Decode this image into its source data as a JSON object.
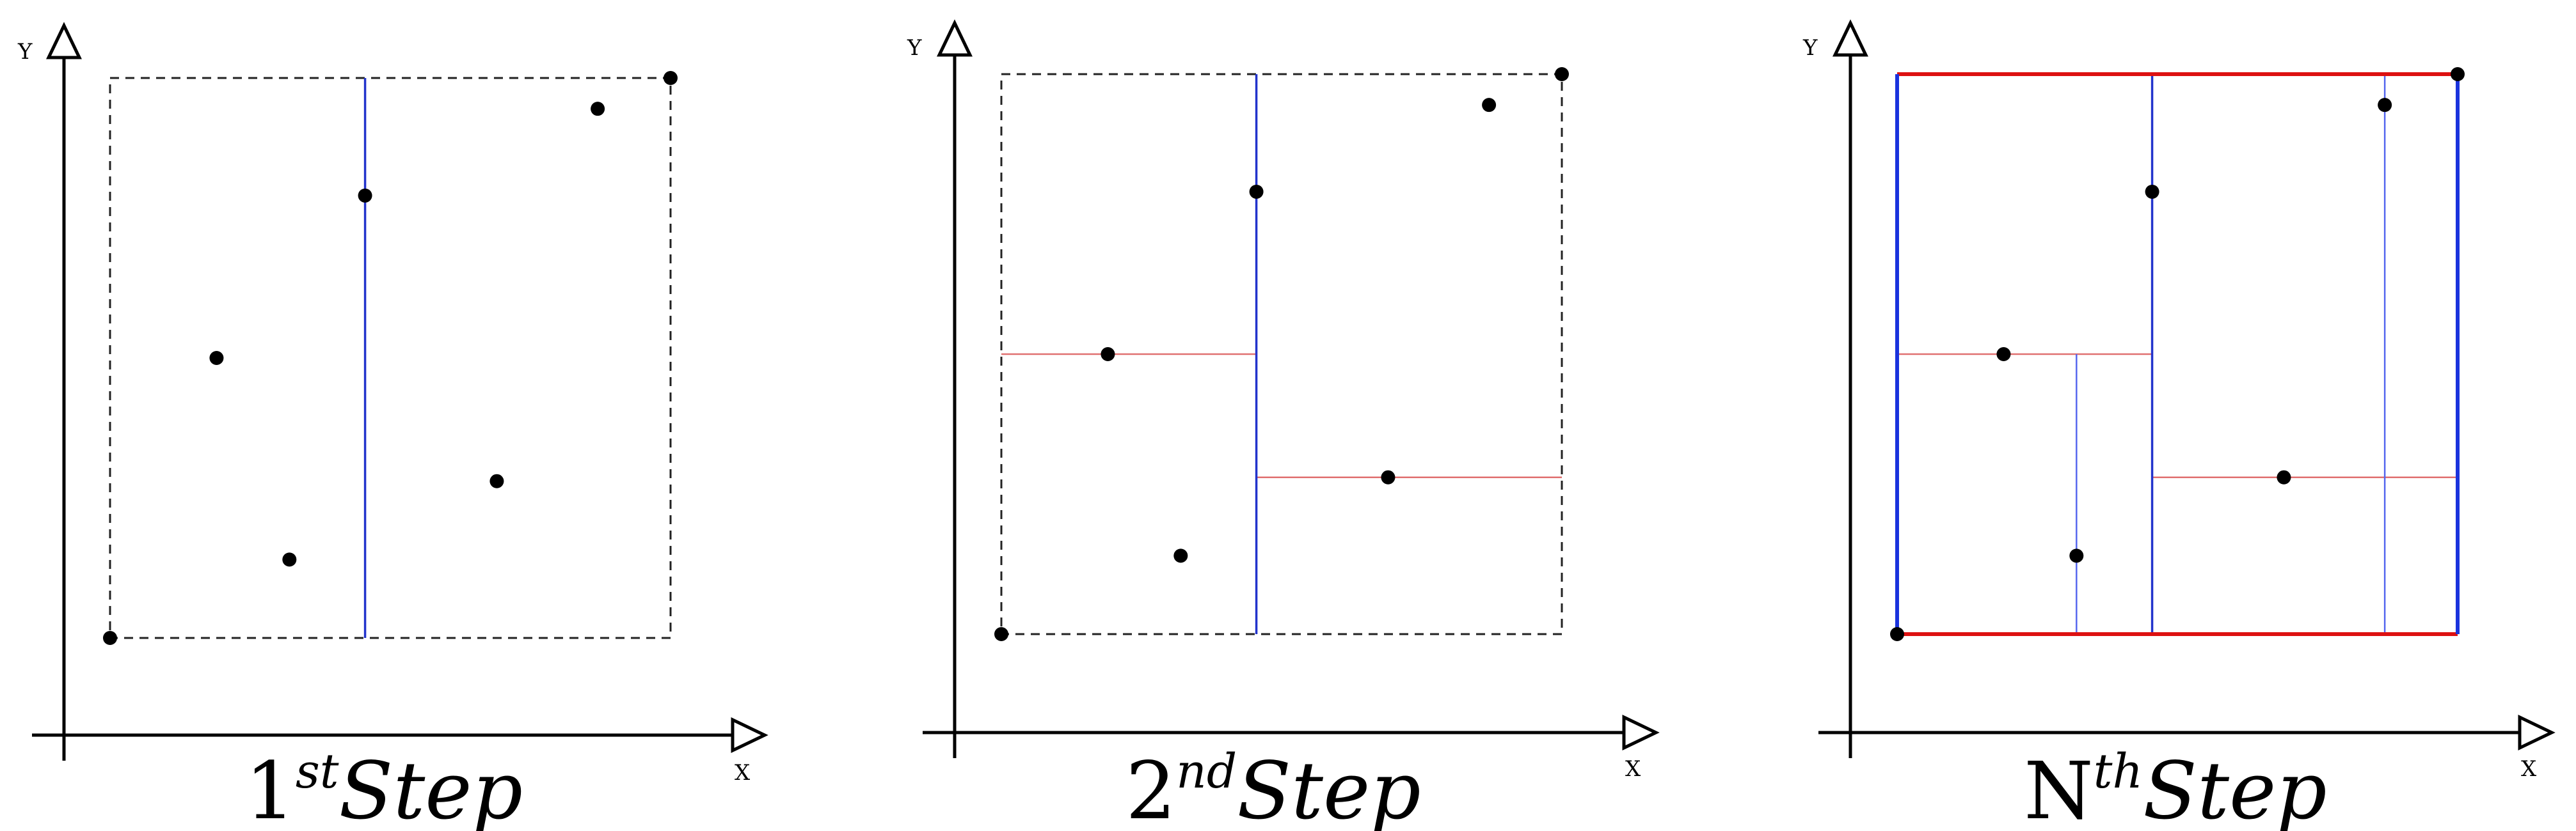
{
  "panels": [
    {
      "id": "step1",
      "caption": {
        "prefix": "1",
        "sup": "st",
        "main": "Step"
      },
      "axis_labels": {
        "x": "X",
        "y": "Y"
      },
      "points": [
        {
          "x": 0.0,
          "y": 0.0
        },
        {
          "x": 0.19,
          "y": 0.5
        },
        {
          "x": 0.32,
          "y": 0.14
        },
        {
          "x": 0.455,
          "y": 0.79
        },
        {
          "x": 0.69,
          "y": 0.28
        },
        {
          "x": 0.87,
          "y": 0.945
        },
        {
          "x": 1.0,
          "y": 1.0
        }
      ],
      "bbox_style": "dashed",
      "splits": [
        {
          "orientation": "vertical",
          "at": 0.455,
          "from": 0.0,
          "to": 1.0,
          "color": "#2233cc",
          "weight": "normal"
        }
      ]
    },
    {
      "id": "step2",
      "caption": {
        "prefix": "2",
        "sup": "nd",
        "main": "Step"
      },
      "axis_labels": {
        "x": "X",
        "y": "Y"
      },
      "points": [
        {
          "x": 0.0,
          "y": 0.0
        },
        {
          "x": 0.19,
          "y": 0.5
        },
        {
          "x": 0.32,
          "y": 0.14
        },
        {
          "x": 0.455,
          "y": 0.79
        },
        {
          "x": 0.69,
          "y": 0.28
        },
        {
          "x": 0.87,
          "y": 0.945
        },
        {
          "x": 1.0,
          "y": 1.0
        }
      ],
      "bbox_style": "dashed",
      "splits": [
        {
          "orientation": "vertical",
          "at": 0.455,
          "from": 0.0,
          "to": 1.0,
          "color": "#2233cc",
          "weight": "normal"
        },
        {
          "orientation": "horizontal",
          "at": 0.5,
          "from": 0.0,
          "to": 0.455,
          "color": "#e07070",
          "weight": "thin"
        },
        {
          "orientation": "horizontal",
          "at": 0.28,
          "from": 0.455,
          "to": 1.0,
          "color": "#e07070",
          "weight": "thin"
        }
      ]
    },
    {
      "id": "stepN",
      "caption": {
        "prefix": "N",
        "sup": "th",
        "main": "Step"
      },
      "axis_labels": {
        "x": "X",
        "y": "Y"
      },
      "points": [
        {
          "x": 0.0,
          "y": 0.0
        },
        {
          "x": 0.19,
          "y": 0.5
        },
        {
          "x": 0.32,
          "y": 0.14
        },
        {
          "x": 0.455,
          "y": 0.79
        },
        {
          "x": 0.69,
          "y": 0.28
        },
        {
          "x": 0.87,
          "y": 0.945
        },
        {
          "x": 1.0,
          "y": 1.0
        }
      ],
      "bbox_style": "solid",
      "splits": [
        {
          "orientation": "horizontal",
          "at": 1.0,
          "from": 0.0,
          "to": 1.0,
          "color": "#dd1111",
          "weight": "bold"
        },
        {
          "orientation": "horizontal",
          "at": 0.0,
          "from": 0.0,
          "to": 1.0,
          "color": "#dd1111",
          "weight": "bold"
        },
        {
          "orientation": "vertical",
          "at": 0.0,
          "from": 0.0,
          "to": 1.0,
          "color": "#1a33dd",
          "weight": "bold"
        },
        {
          "orientation": "vertical",
          "at": 1.0,
          "from": 0.0,
          "to": 1.0,
          "color": "#1a33dd",
          "weight": "bold"
        },
        {
          "orientation": "vertical",
          "at": 0.455,
          "from": 0.0,
          "to": 1.0,
          "color": "#2233cc",
          "weight": "normal"
        },
        {
          "orientation": "horizontal",
          "at": 0.5,
          "from": 0.0,
          "to": 0.455,
          "color": "#e07070",
          "weight": "thin"
        },
        {
          "orientation": "horizontal",
          "at": 0.28,
          "from": 0.455,
          "to": 1.0,
          "color": "#e07070",
          "weight": "thin"
        },
        {
          "orientation": "vertical",
          "at": 0.32,
          "from": 0.0,
          "to": 0.5,
          "color": "#5566ee",
          "weight": "thin"
        },
        {
          "orientation": "vertical",
          "at": 0.87,
          "from": 0.0,
          "to": 1.0,
          "color": "#5566ee",
          "weight": "thin"
        }
      ]
    }
  ]
}
